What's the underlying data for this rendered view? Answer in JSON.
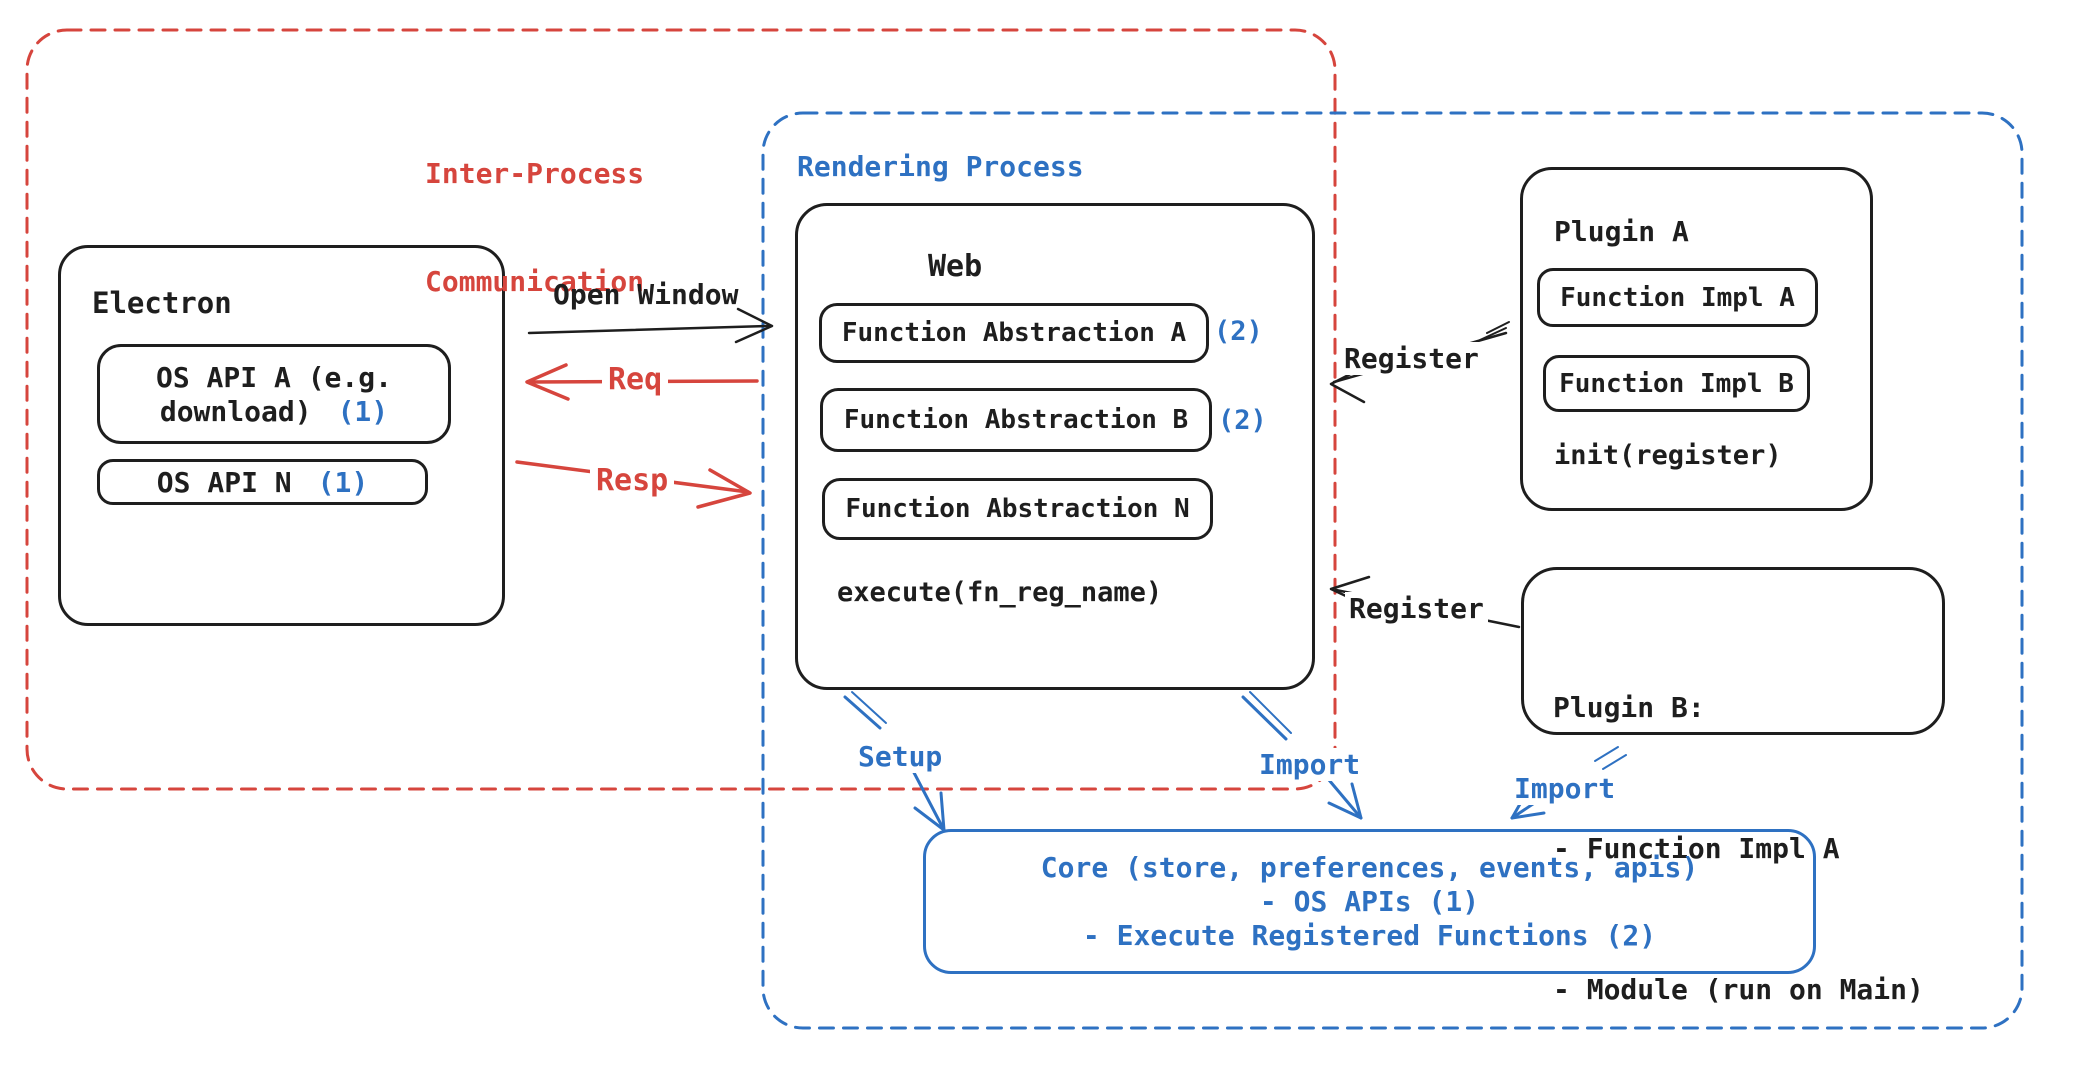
{
  "colors": {
    "ink": "#1e1e1e",
    "red": "#d6453d",
    "blue": "#2e71c2"
  },
  "ipc_group": {
    "line1": "Inter-Process",
    "line2": "Communication"
  },
  "rendering_group": {
    "label": "Rendering Process"
  },
  "electron": {
    "title": "Electron",
    "os_api_a_line1": "OS API A (e.g.",
    "os_api_a_line2": "download)",
    "os_api_a_badge": "(1)",
    "os_api_n": "OS API N",
    "os_api_n_badge": "(1)"
  },
  "web": {
    "title": "Web",
    "fa_a": "Function Abstraction A",
    "fa_a_badge": "(2)",
    "fa_b": "Function Abstraction B",
    "fa_b_badge": "(2)",
    "fa_n": "Function Abstraction N",
    "execute": "execute(fn_reg_name)"
  },
  "plugin_a": {
    "title": "Plugin A",
    "impl_a": "Function Impl A",
    "impl_b": "Function Impl B",
    "init": "init(register)"
  },
  "plugin_b": {
    "line1": "Plugin B:",
    "line2": "- Function Impl A",
    "line3": "- Module (run on Main)"
  },
  "core": {
    "line1": "Core (store, preferences, events, apis)",
    "line2": "- OS APIs (1)",
    "line3": "- Execute Registered Functions (2)"
  },
  "arrows": {
    "open_window": "Open Window",
    "req": "Req",
    "resp": "Resp",
    "register_top": "Register",
    "register_bottom": "Register",
    "setup": "Setup",
    "import_web": "Import",
    "import_plugin": "Import"
  }
}
